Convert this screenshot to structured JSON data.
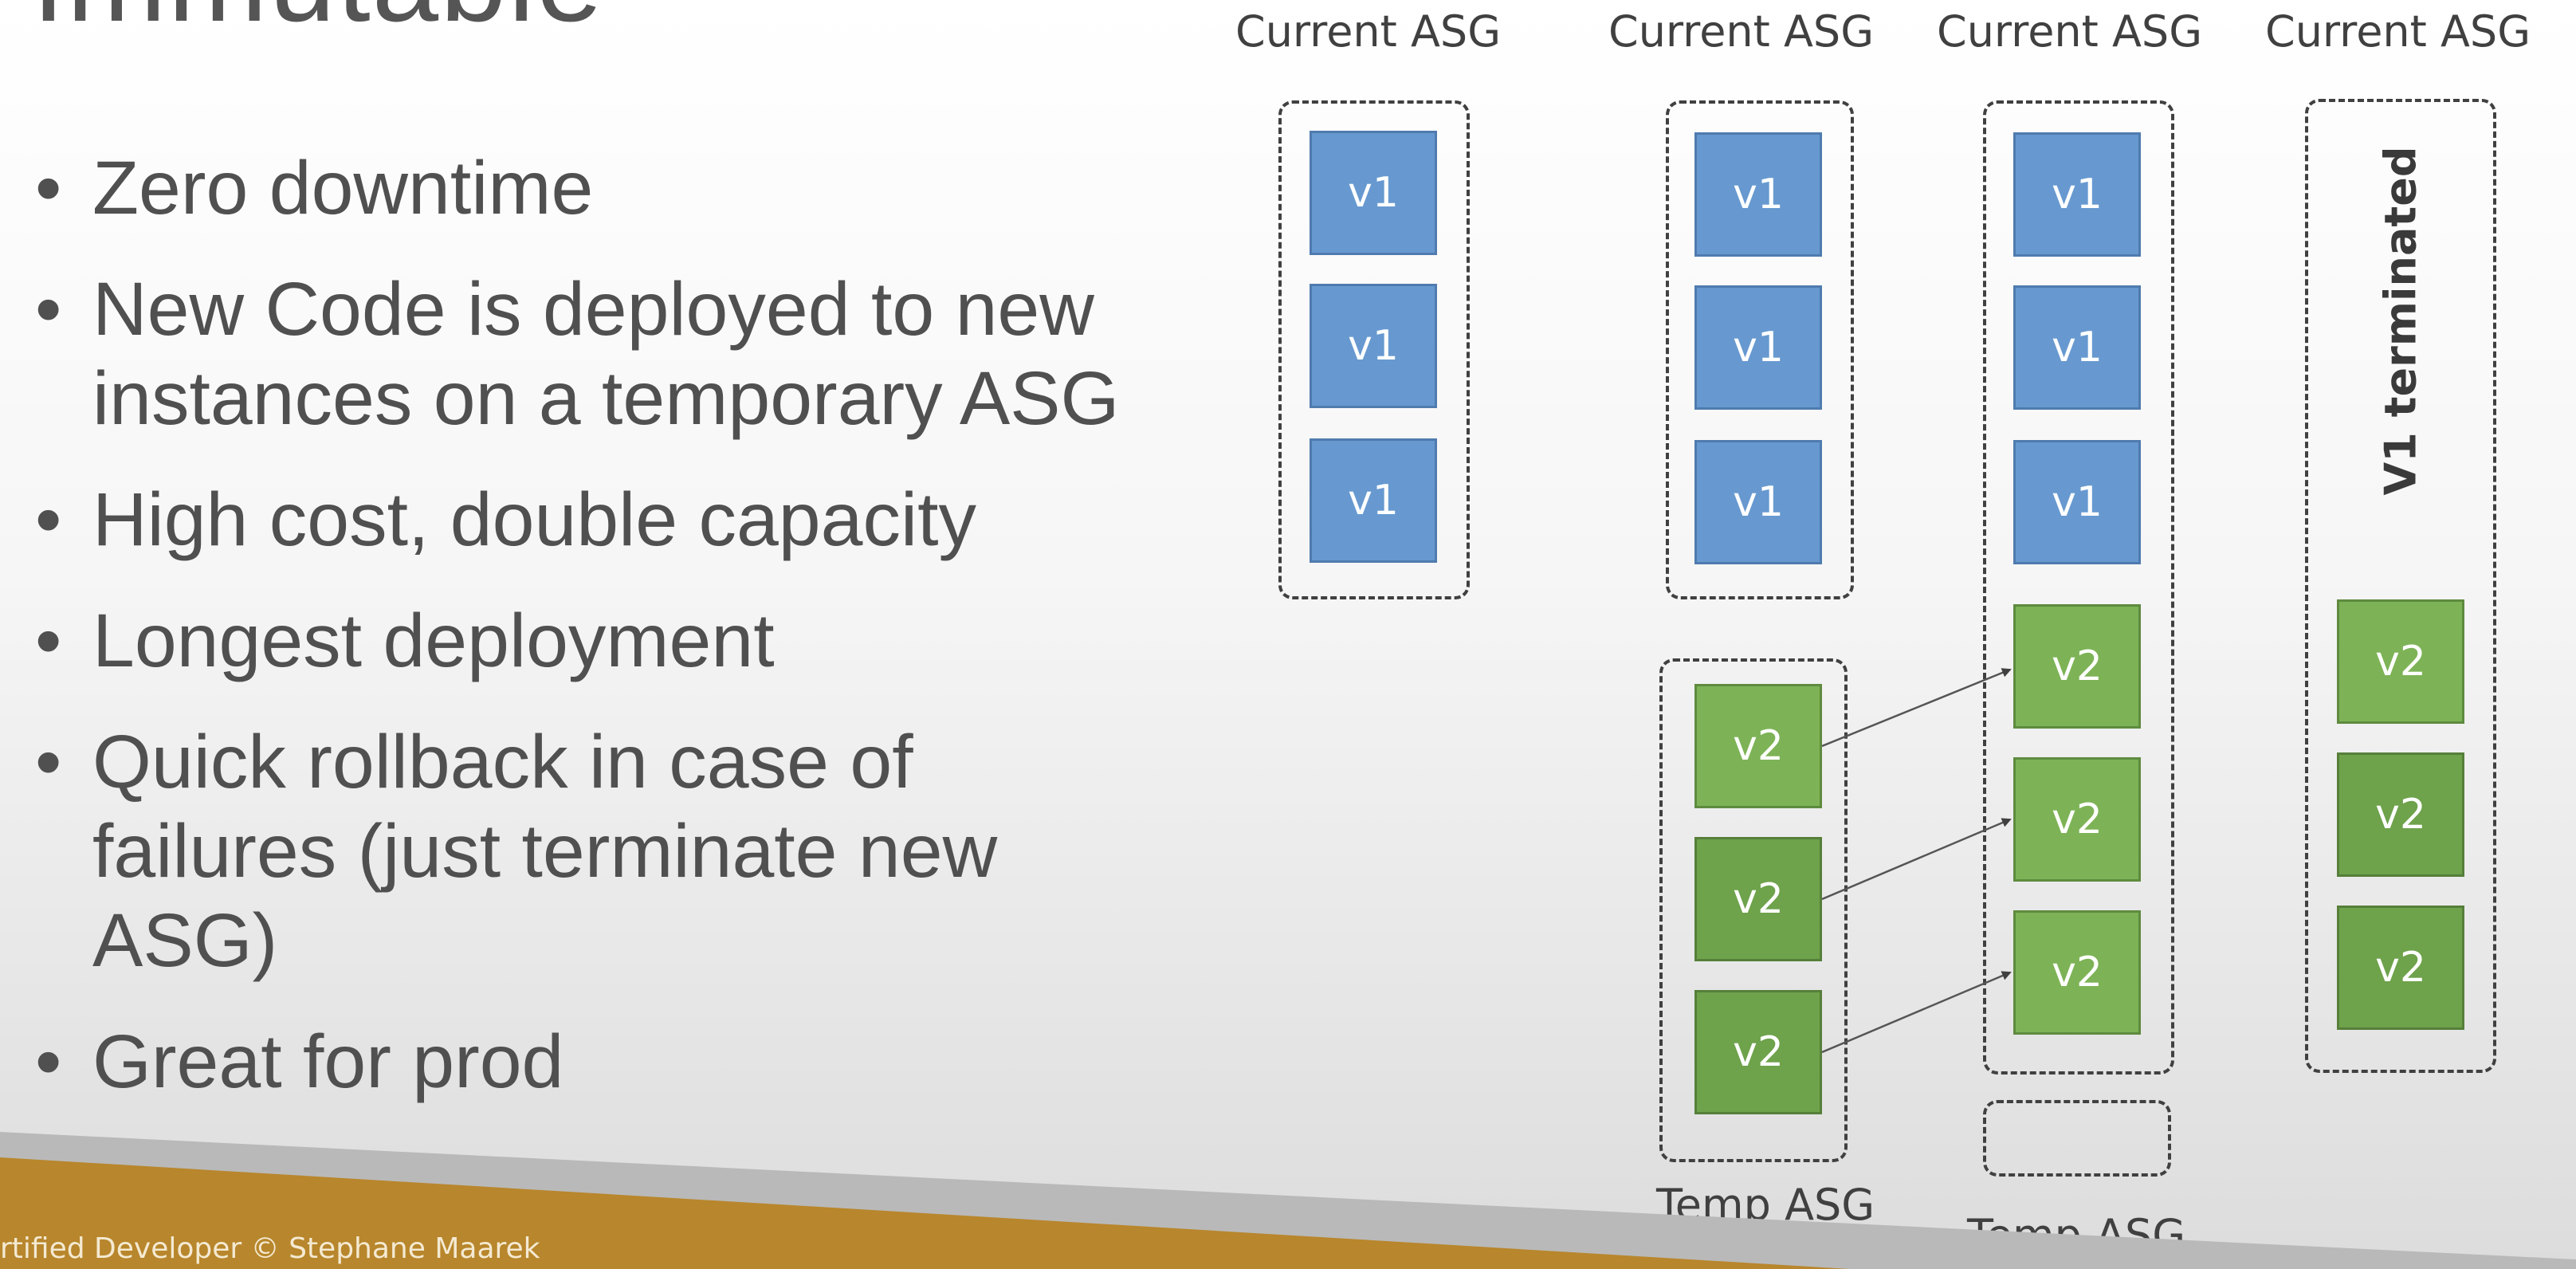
{
  "slide": {
    "title_partial": "Immutable",
    "bullets": [
      "Zero downtime",
      "New Code is deployed to new instances on a temporary ASG",
      "High cost, double capacity",
      "Longest deployment",
      "Quick rollback in case of failures (just terminate new ASG)",
      "Great for prod"
    ],
    "footer": "rtified Developer © Stephane Maarek"
  },
  "diagram": {
    "current_label": "Current ASG",
    "temp_label": "Temp ASG",
    "v1_label": "v1",
    "v2_label": "v2",
    "terminated_label": "V1 terminated"
  },
  "colors": {
    "v1_blue": "#6799d0",
    "v2_green": "#6ea24b",
    "footer_orange": "#b8862c"
  }
}
